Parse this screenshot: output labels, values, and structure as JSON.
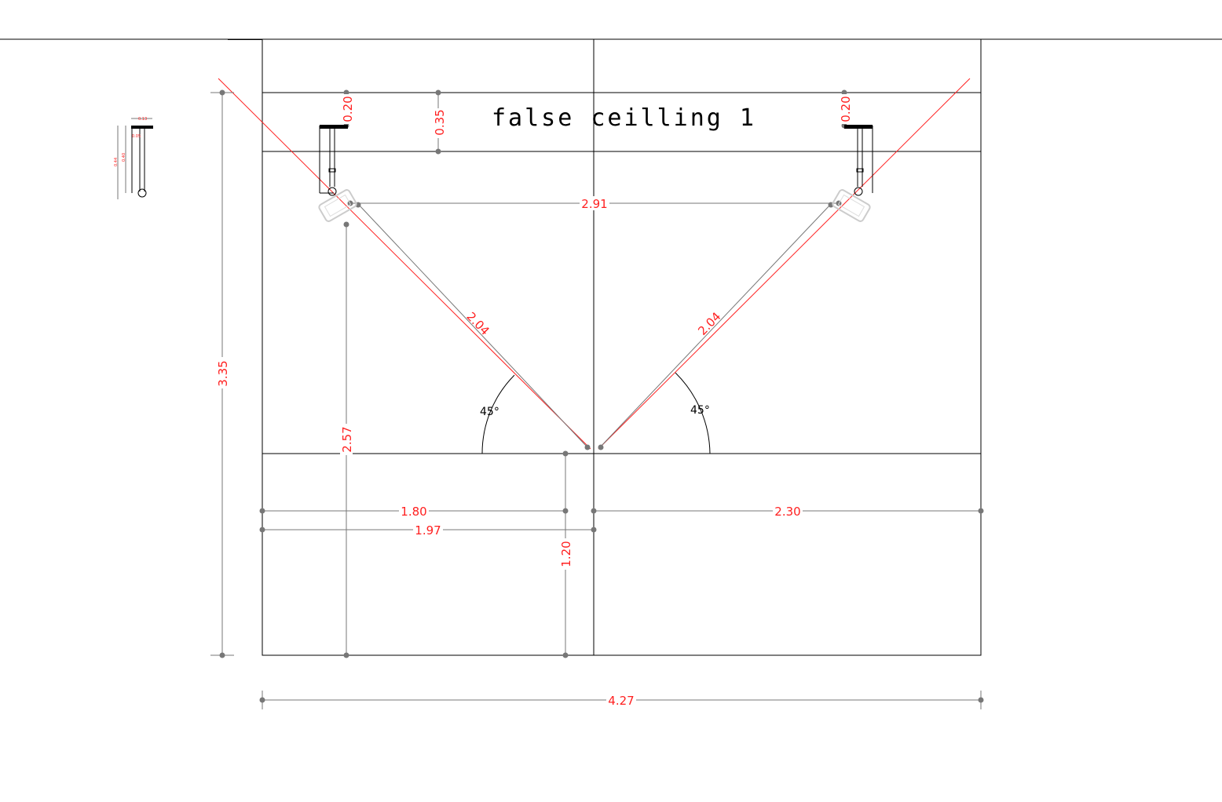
{
  "title": "false ceilling 1",
  "dimensions": {
    "top_left_offset": "0.20",
    "ceiling_depth": "0.35",
    "top_right_offset": "0.20",
    "camera_spacing": "2.91",
    "left_beam": "2.04",
    "right_beam": "2.04",
    "total_height": "3.35",
    "camera_height": "2.57",
    "target_height": "1.20",
    "left_to_target": "1.80",
    "left_to_center": "1.97",
    "center_to_right": "2.30",
    "total_width": "4.27"
  },
  "angles": {
    "left": "45°",
    "right": "45°"
  },
  "detail": {
    "width": "0.13",
    "offset": "0.05",
    "height_total": "0.44",
    "height_inner": "0.40"
  },
  "colors": {
    "dimension": "#ff2020",
    "line": "#000000",
    "extension": "#777777"
  }
}
